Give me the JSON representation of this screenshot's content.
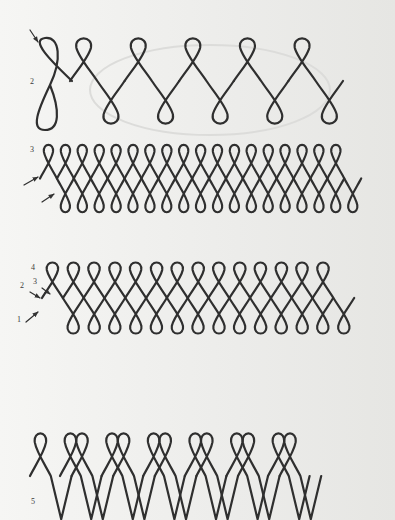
{
  "diagram": {
    "labels": [
      "2",
      "3",
      "4",
      "2",
      "3",
      "1",
      "5"
    ]
  }
}
